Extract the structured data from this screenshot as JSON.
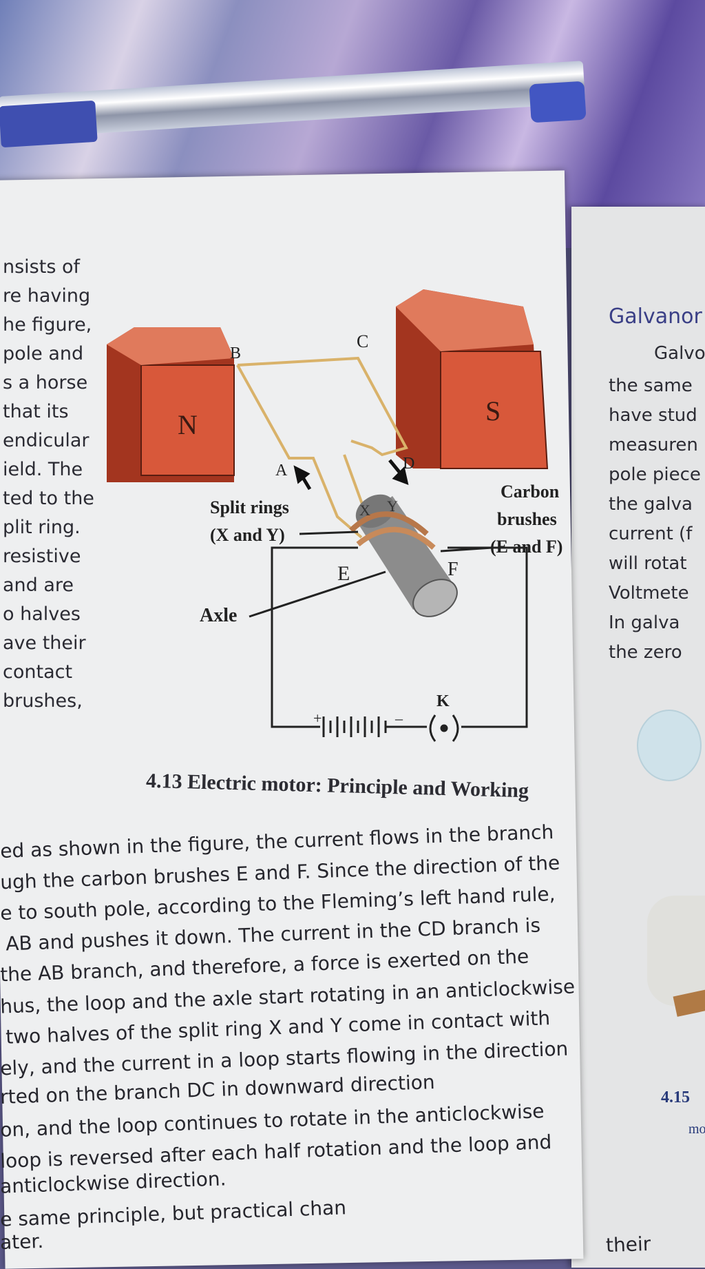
{
  "left_column_fragments": [
    "nsists of",
    "re having",
    "he figure,",
    "pole and",
    "s a horse",
    "that its",
    "endicular",
    "ield. The",
    "ted to the",
    "plit ring.",
    "resistive",
    "and are",
    "o halves",
    "ave their",
    "contact",
    "brushes,"
  ],
  "diagram": {
    "magnet_north_label": "N",
    "magnet_south_label": "S",
    "point_a": "A",
    "point_b": "B",
    "point_c": "C",
    "point_d": "D",
    "split_rings_line1": "Split rings",
    "split_rings_line2": "(X and Y)",
    "carbon_line1": "Carbon",
    "carbon_line2": "brushes",
    "carbon_line3": "(E and F)",
    "brush_e": "E",
    "brush_f": "F",
    "ring_x": "X",
    "ring_y": "Y",
    "axle_label": "Axle",
    "key_label": "K",
    "battery_plus": "+",
    "battery_minus": "–",
    "colors": {
      "magnet": "#d8583a",
      "magnet_dark": "#a3351f",
      "wire": "#d9b26a",
      "axle": "#8c8c8c"
    }
  },
  "caption": "4.13 Electric motor: Principle and Working",
  "right_column": {
    "title": "Galvanor",
    "lines": [
      "Galvo",
      "the same",
      "have stud",
      "measuren",
      "pole piece",
      "the galva",
      "current (f",
      "will rotat",
      "Voltmete",
      "In galva",
      "the zero"
    ],
    "badge": "4.15",
    "badge_sub": "mo"
  },
  "body_lines": [
    "ed as shown in the figure, the current flows in the branch",
    "ugh the carbon brushes E and F. Since the direction of the",
    "e to south pole, according to the Fleming’s left hand rule,",
    "AB and pushes it down. The current in the CD branch is",
    "the AB branch, and therefore, a force is exerted on the",
    "hus, the loop and the axle start rotating in an anticlockwise",
    "two halves of the split ring X and Y come in contact with",
    "ely, and the current in a loop starts flowing in the direction",
    "rted on the branch DC in downward direction",
    "on, and the loop continues to rotate in the anticlockwise",
    "loop is reversed after each half rotation and the loop and",
    "anticlockwise direction.",
    "e same principle, but practical chan",
    "ater."
  ],
  "bottom_right_fragment": "their"
}
